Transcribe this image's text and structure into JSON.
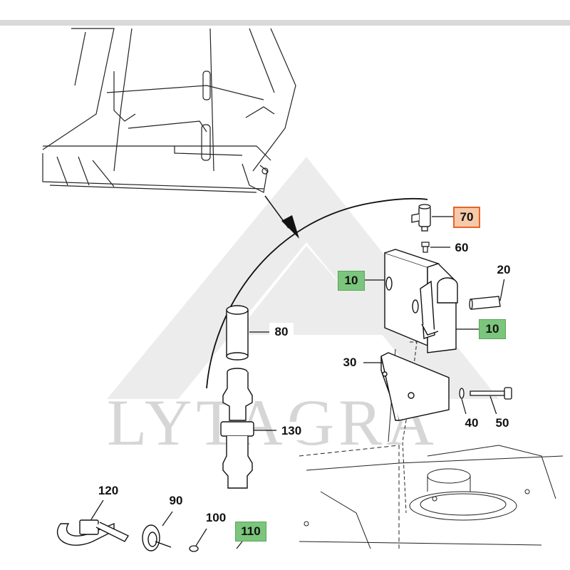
{
  "watermark": "LYTAGRA",
  "callouts": {
    "c70": "70",
    "c60": "60",
    "c20": "20",
    "c10a": "10",
    "c10b": "10",
    "c80": "80",
    "c30": "30",
    "c130": "130",
    "c40": "40",
    "c50": "50",
    "c120": "120",
    "c90": "90",
    "c100": "100",
    "c110": "110"
  },
  "colors": {
    "highlight_green": "#7cc57c",
    "highlight_orange": "#e8632a",
    "line": "#111111",
    "watermark": "#d6d6d6"
  }
}
